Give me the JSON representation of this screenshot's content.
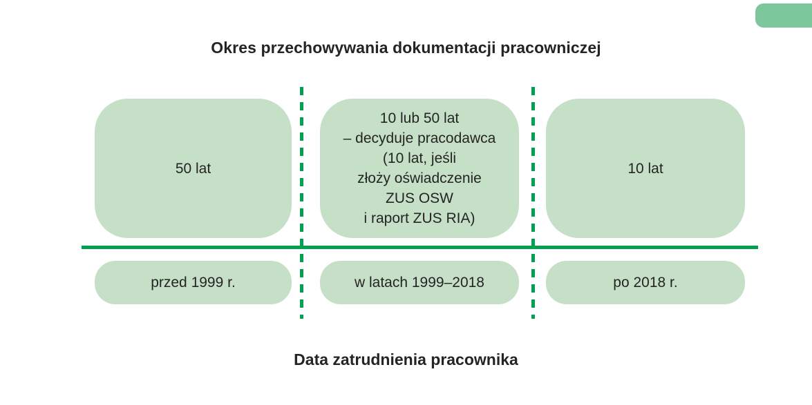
{
  "title": "Okres przechowywania dokumentacji pracowniczej",
  "bottom_axis_label": "Data zatrudnienia pracownika",
  "retention_row": {
    "before_1999": "50 lat",
    "between_1999_2018": "10 lub 50 lat\n– decyduje pracodawca\n(10 lat, jeśli\nzłoży oświadczenie\nZUS OSW\ni raport ZUS RIA)",
    "after_2018": "10 lat"
  },
  "employment_row": {
    "before_1999": "przed 1999 r.",
    "between_1999_2018": "w latach 1999–2018",
    "after_2018": "po 2018 r."
  },
  "colors": {
    "box_fill": "#c6e0c8",
    "accent_green": "#00a050",
    "corner_tab_green": "#7cc79b",
    "text": "#242424"
  }
}
